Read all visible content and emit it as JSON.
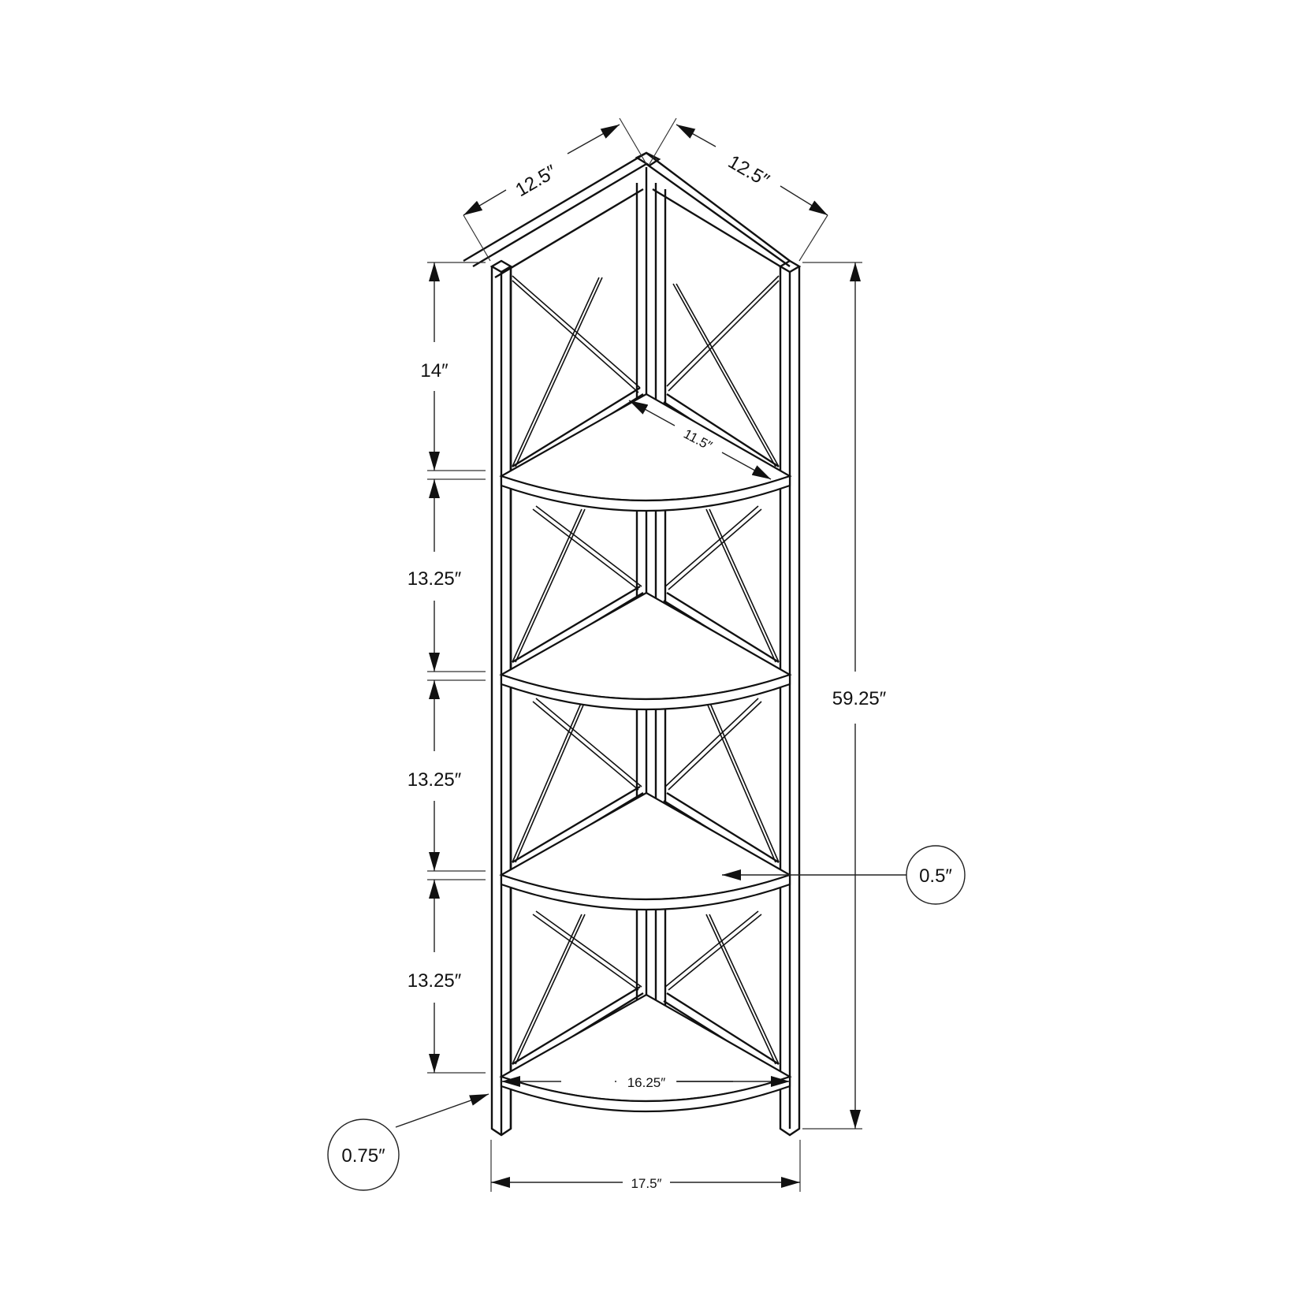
{
  "diagram": {
    "title": "Corner bookcase dimension drawing",
    "colors": {
      "line": "#111111",
      "background": "#ffffff"
    },
    "dimensions": {
      "top_left_side": "12.5″",
      "top_right_side": "12.5″",
      "shelf_depth": "11.5″",
      "overall_height": "59.25″",
      "top_section_height": "14″",
      "section_2_height": "13.25″",
      "section_3_height": "13.25″",
      "section_4_height": "13.25″",
      "shelf_thickness": "0.5″",
      "leg_thickness": "0.75″",
      "shelf_width": "16.25″",
      "overall_width": "17.5″"
    },
    "callouts": [
      {
        "id": "shelf-thickness",
        "label": "0.5″"
      },
      {
        "id": "leg-thickness",
        "label": "0.75″"
      }
    ],
    "shelves_count": 4
  }
}
